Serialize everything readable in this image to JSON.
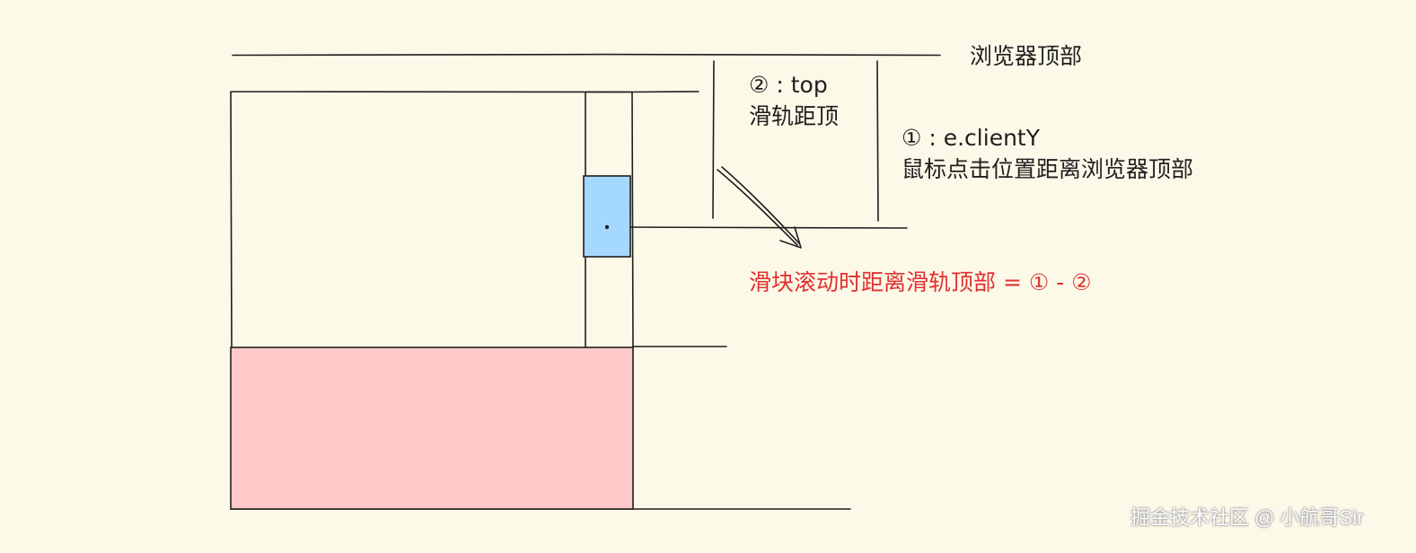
{
  "labels": {
    "browser_top": "浏览器顶部",
    "track_top_title": "② : top",
    "track_top_desc": "滑轨距顶",
    "client_y_title": "① : e.clientY",
    "client_y_desc": "鼠标点击位置距离浏览器顶部",
    "formula": "滑块滚动时距离滑轨顶部 = ① - ②",
    "watermark": "掘金技术社区 @ 小航哥Sir"
  },
  "colors": {
    "background": "#fdf9e8",
    "stroke": "#1e1e1e",
    "thumb_fill": "#a5d8ff",
    "content_fill": "#ffc9c9",
    "formula_text": "#e03131"
  }
}
